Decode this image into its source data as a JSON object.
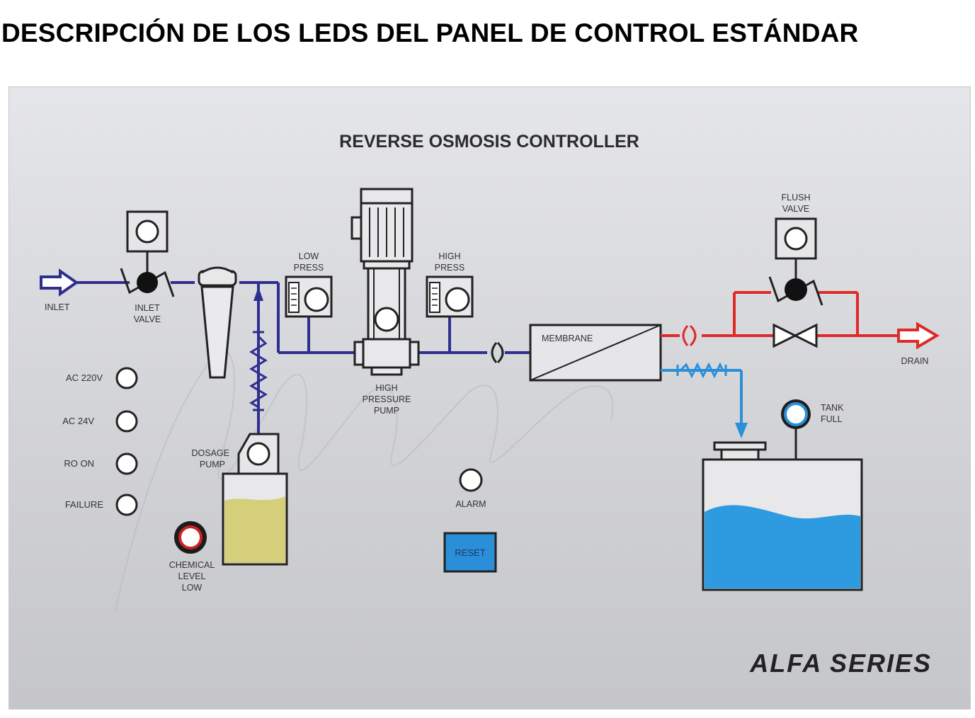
{
  "heading": "DESCRIPCIÓN DE LOS LEDS DEL PANEL DE CONTROL ESTÁNDAR",
  "panel": {
    "title": "REVERSE OSMOSIS CONTROLLER",
    "series": "ALFA SERIES",
    "colors": {
      "feed_line": "#2e2f8f",
      "reject_line": "#e02a2a",
      "permeate_line": "#2a8fd8",
      "water": "#2e9be0",
      "chemical": "#d6cf7a",
      "reset_button": "#2a8fd8"
    },
    "labels": {
      "inlet": "INLET",
      "inlet_valve_1": "INLET",
      "inlet_valve_2": "VALVE",
      "low_press_1": "LOW",
      "low_press_2": "PRESS",
      "high_press_1": "HIGH",
      "high_press_2": "PRESS",
      "pump_1": "HIGH",
      "pump_2": "PRESSURE",
      "pump_3": "PUMP",
      "membrane": "MEMBRANE",
      "flush_1": "FLUSH",
      "flush_2": "VALVE",
      "drain": "DRAIN",
      "tank_1": "TANK",
      "tank_2": "FULL",
      "dosage_1": "DOSAGE",
      "dosage_2": "PUMP",
      "chem_1": "CHEMICAL",
      "chem_2": "LEVEL",
      "chem_3": "LOW",
      "alarm": "ALARM",
      "reset": "RESET"
    },
    "status_leds": [
      "AC 220V",
      "AC 24V",
      "RO ON",
      "FAILURE"
    ]
  }
}
